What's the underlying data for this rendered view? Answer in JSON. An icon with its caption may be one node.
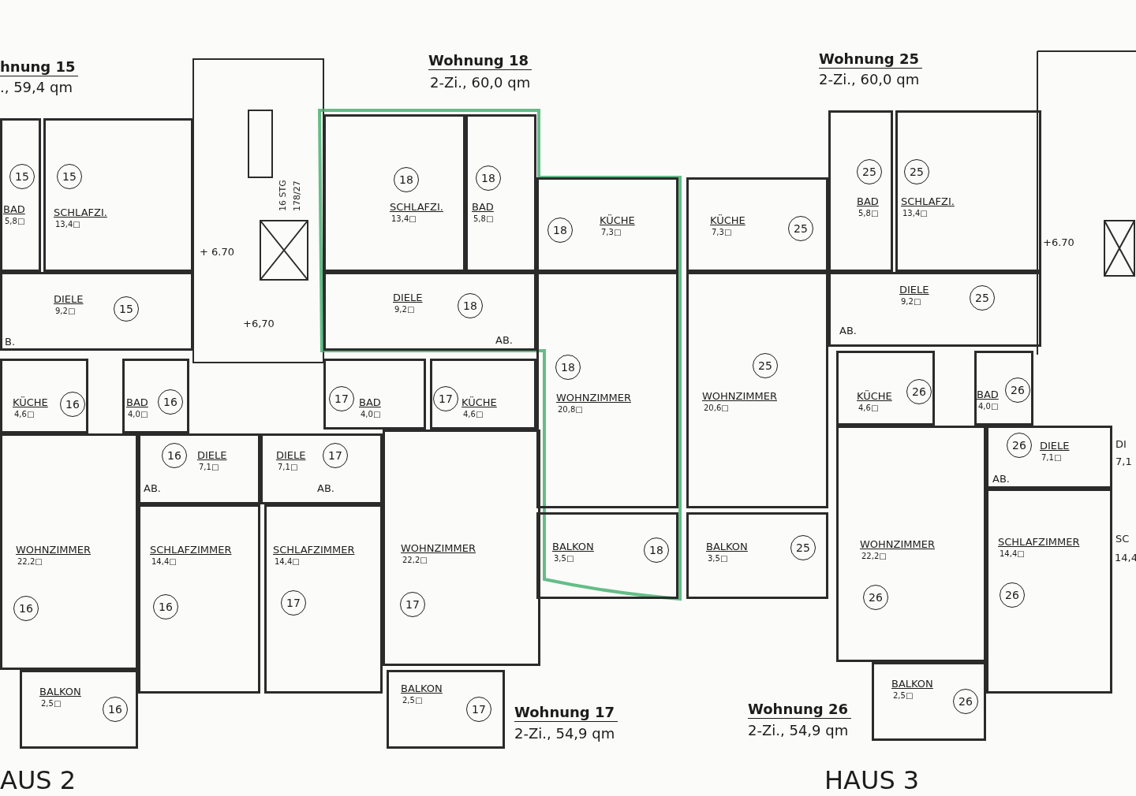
{
  "diagram": {
    "nodes": [
      {
        "text": [
          "BAD",
          "5,8□"
        ]
      },
      {
        "text": [
          "15"
        ],
        "in": 0
      },
      {
        "text": [
          "SCHLAFZI.",
          "13,4□"
        ]
      },
      {
        "text": [
          "15"
        ],
        "in": 2
      },
      {
        "text": [
          "DIELE",
          "9,2□"
        ]
      },
      {
        "text": [
          "15"
        ],
        "in": 4
      },
      {
        "text": [
          "SCHLAFZI.",
          "13,4□"
        ]
      },
      {
        "text": [
          "18"
        ],
        "in": 6
      },
      {
        "text": [
          "BAD",
          "5,8□"
        ]
      },
      {
        "text": [
          "18"
        ],
        "in": 8
      },
      {
        "text": [
          "KÜCHE",
          "7,3□"
        ]
      },
      {
        "text": [
          "18"
        ],
        "in": 10
      },
      {
        "text": [
          "DIELE",
          "9,2□"
        ]
      },
      {
        "text": [
          "18"
        ],
        "in": 12
      },
      {
        "text": [
          "WOHNZIMMER",
          "20,8□"
        ]
      },
      {
        "text": [
          "18"
        ],
        "in": 14
      },
      {
        "text": [
          "BALKON",
          "3,5□"
        ]
      },
      {
        "text": [
          "18"
        ],
        "in": 16
      },
      {
        "text": [
          "KÜCHE",
          "7,3□"
        ]
      },
      {
        "text": [
          "25"
        ],
        "in": 18
      },
      {
        "text": [
          "BAD",
          "5,8□"
        ]
      },
      {
        "text": [
          "25"
        ],
        "in": 20
      },
      {
        "text": [
          "SCHLAFZI.",
          "13,4□"
        ]
      },
      {
        "text": [
          "25"
        ],
        "in": 22
      },
      {
        "text": [
          "DIELE",
          "9,2□"
        ]
      },
      {
        "text": [
          "25"
        ],
        "in": 24
      },
      {
        "text": [
          "WOHNZIMMER",
          "20,6□"
        ]
      },
      {
        "text": [
          "25"
        ],
        "in": 26
      },
      {
        "text": [
          "BALKON",
          "3,5□"
        ]
      },
      {
        "text": [
          "25"
        ],
        "in": 28
      },
      {
        "text": [
          "KÜCHE",
          "4,6□"
        ]
      },
      {
        "text": [
          "16"
        ],
        "in": 30
      },
      {
        "text": [
          "BAD",
          "4,0□"
        ]
      },
      {
        "text": [
          "16"
        ],
        "in": 32
      },
      {
        "text": [
          "DIELE",
          "7,1□"
        ]
      },
      {
        "text": [
          "16"
        ],
        "in": 34
      },
      {
        "text": [
          "WOHNZIMMER",
          "22,2□"
        ]
      },
      {
        "text": [
          "16"
        ],
        "in": 36
      },
      {
        "text": [
          "SCHLAFZIMMER",
          "14,4□"
        ]
      },
      {
        "text": [
          "16"
        ],
        "in": 38
      },
      {
        "text": [
          "BALKON",
          "2,5□"
        ]
      },
      {
        "text": [
          "16"
        ],
        "in": 40
      },
      {
        "text": [
          "DIELE",
          "7,1□"
        ]
      },
      {
        "text": [
          "17"
        ],
        "in": 42
      },
      {
        "text": [
          "SCHLAFZIMMER",
          "14,4□"
        ]
      },
      {
        "text": [
          "17"
        ],
        "in": 44
      },
      {
        "text": [
          "BAD",
          "4,0□"
        ]
      },
      {
        "text": [
          "17"
        ],
        "in": 46
      },
      {
        "text": [
          "KÜCHE",
          "4,6□"
        ]
      },
      {
        "text": [
          "17"
        ],
        "in": 48
      },
      {
        "text": [
          "WOHNZIMMER",
          "22,2□"
        ]
      },
      {
        "text": [
          "17"
        ],
        "in": 50
      },
      {
        "text": [
          "BALKON",
          "2,5□"
        ]
      },
      {
        "text": [
          "17"
        ],
        "in": 52
      },
      {
        "text": [
          "KÜCHE",
          "4,6□"
        ]
      },
      {
        "text": [
          "26"
        ],
        "in": 54
      },
      {
        "text": [
          "BAD",
          "4,0□"
        ]
      },
      {
        "text": [
          "26"
        ],
        "in": 56
      },
      {
        "text": [
          "DIELE",
          "7,1□"
        ]
      },
      {
        "text": [
          "26"
        ],
        "in": 58
      },
      {
        "text": [
          "WOHNZIMMER",
          "22,2□"
        ]
      },
      {
        "text": [
          "26"
        ],
        "in": 60
      },
      {
        "text": [
          "SCHLAFZIMMER",
          "14,4□"
        ]
      },
      {
        "text": [
          "26"
        ],
        "in": 62
      },
      {
        "text": [
          "BALKON",
          "2,5□"
        ]
      },
      {
        "text": [
          "26"
        ],
        "in": 64
      }
    ],
    "labels": [
      "hnung 15",
      "., 59,4 qm",
      "Wohnung 18",
      "2-Zi., 60,0 qm",
      "Wohnung 25",
      "2-Zi., 60,0 qm",
      "16 STG",
      "178/27",
      "+ 6.70",
      "+6.70",
      "+6,70",
      "AB.",
      "AB.",
      "B.",
      "AB.",
      "AB.",
      "AB.",
      "DI",
      "7,1",
      "SC",
      "14,4",
      "Wohnung 17",
      "2-Zi., 54,9 qm",
      "Wohnung 26",
      "2-Zi., 54,9 qm",
      "AUS 2",
      "HAUS 3"
    ]
  }
}
